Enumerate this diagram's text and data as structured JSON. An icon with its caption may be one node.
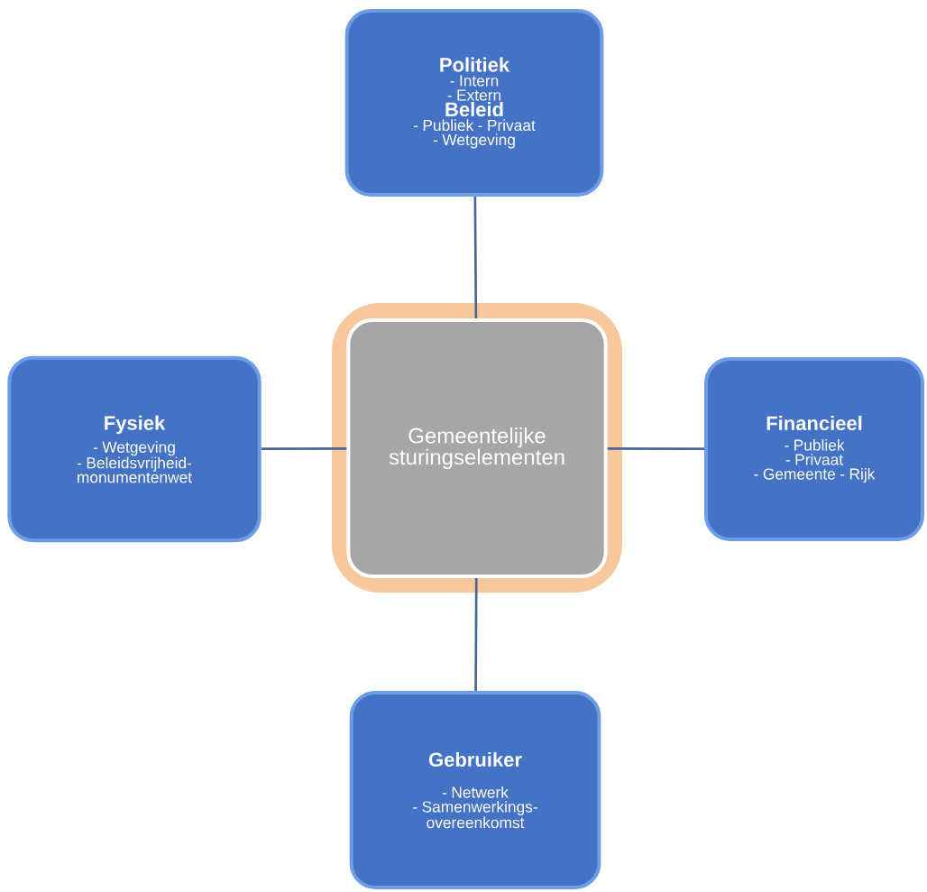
{
  "diagram": {
    "nodes": [
      {
        "text": [
          "Gemeentelijke sturingselementen"
        ]
      },
      {
        "text": [
          "Politiek",
          "- Intern",
          "- Extern",
          "Beleid",
          "- Publiek - Privaat",
          "- Wetgeving"
        ]
      },
      {
        "text": [
          "Fysiek",
          "- Wetgeving",
          "- Beleidsvrijheid-monumentenwet"
        ]
      },
      {
        "text": [
          "Financieel",
          "- Publiek",
          "- Privaat",
          "- Gemeente - Rijk"
        ]
      },
      {
        "text": [
          "Gebruiker",
          "- Netwerk",
          "- Samenwerkings-overeenkomst"
        ]
      }
    ],
    "edges": [
      {
        "from": 0,
        "to": 1,
        "arrow": "none"
      },
      {
        "from": 0,
        "to": 2,
        "arrow": "none"
      },
      {
        "from": 0,
        "to": 3,
        "arrow": "none"
      },
      {
        "from": 0,
        "to": 4,
        "arrow": "none"
      }
    ]
  }
}
